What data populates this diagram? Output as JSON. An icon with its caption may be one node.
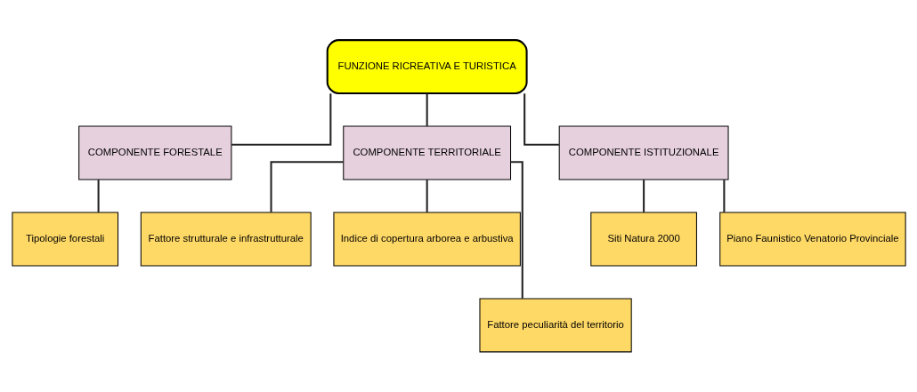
{
  "diagram": {
    "nodes": [
      {
        "text": [
          "FUNZIONE RICREATIVA E TURISTICA"
        ]
      },
      {
        "text": [
          "COMPONENTE FORESTALE"
        ]
      },
      {
        "text": [
          "COMPONENTE TERRITORIALE"
        ]
      },
      {
        "text": [
          "COMPONENTE ISTITUZIONALE"
        ]
      },
      {
        "text": [
          "Tipologie forestali"
        ]
      },
      {
        "text": [
          "Fattore strutturale e infrastrutturale"
        ]
      },
      {
        "text": [
          "Indice di copertura arborea e arbustiva"
        ]
      },
      {
        "text": [
          "Fattore peculiarità del territorio"
        ]
      },
      {
        "text": [
          "Siti Natura 2000"
        ]
      },
      {
        "text": [
          "Piano Faunistico Venatorio Provinciale"
        ]
      }
    ],
    "edges": [
      {
        "from": 0,
        "to": 1,
        "arrow": "none"
      },
      {
        "from": 0,
        "to": 2,
        "arrow": "none"
      },
      {
        "from": 0,
        "to": 3,
        "arrow": "none"
      },
      {
        "from": 1,
        "to": 4,
        "arrow": "none"
      },
      {
        "from": 2,
        "to": 5,
        "arrow": "none"
      },
      {
        "from": 2,
        "to": 6,
        "arrow": "none"
      },
      {
        "from": 2,
        "to": 7,
        "arrow": "none"
      },
      {
        "from": 3,
        "to": 8,
        "arrow": "none"
      },
      {
        "from": 3,
        "to": 9,
        "arrow": "none"
      }
    ]
  }
}
